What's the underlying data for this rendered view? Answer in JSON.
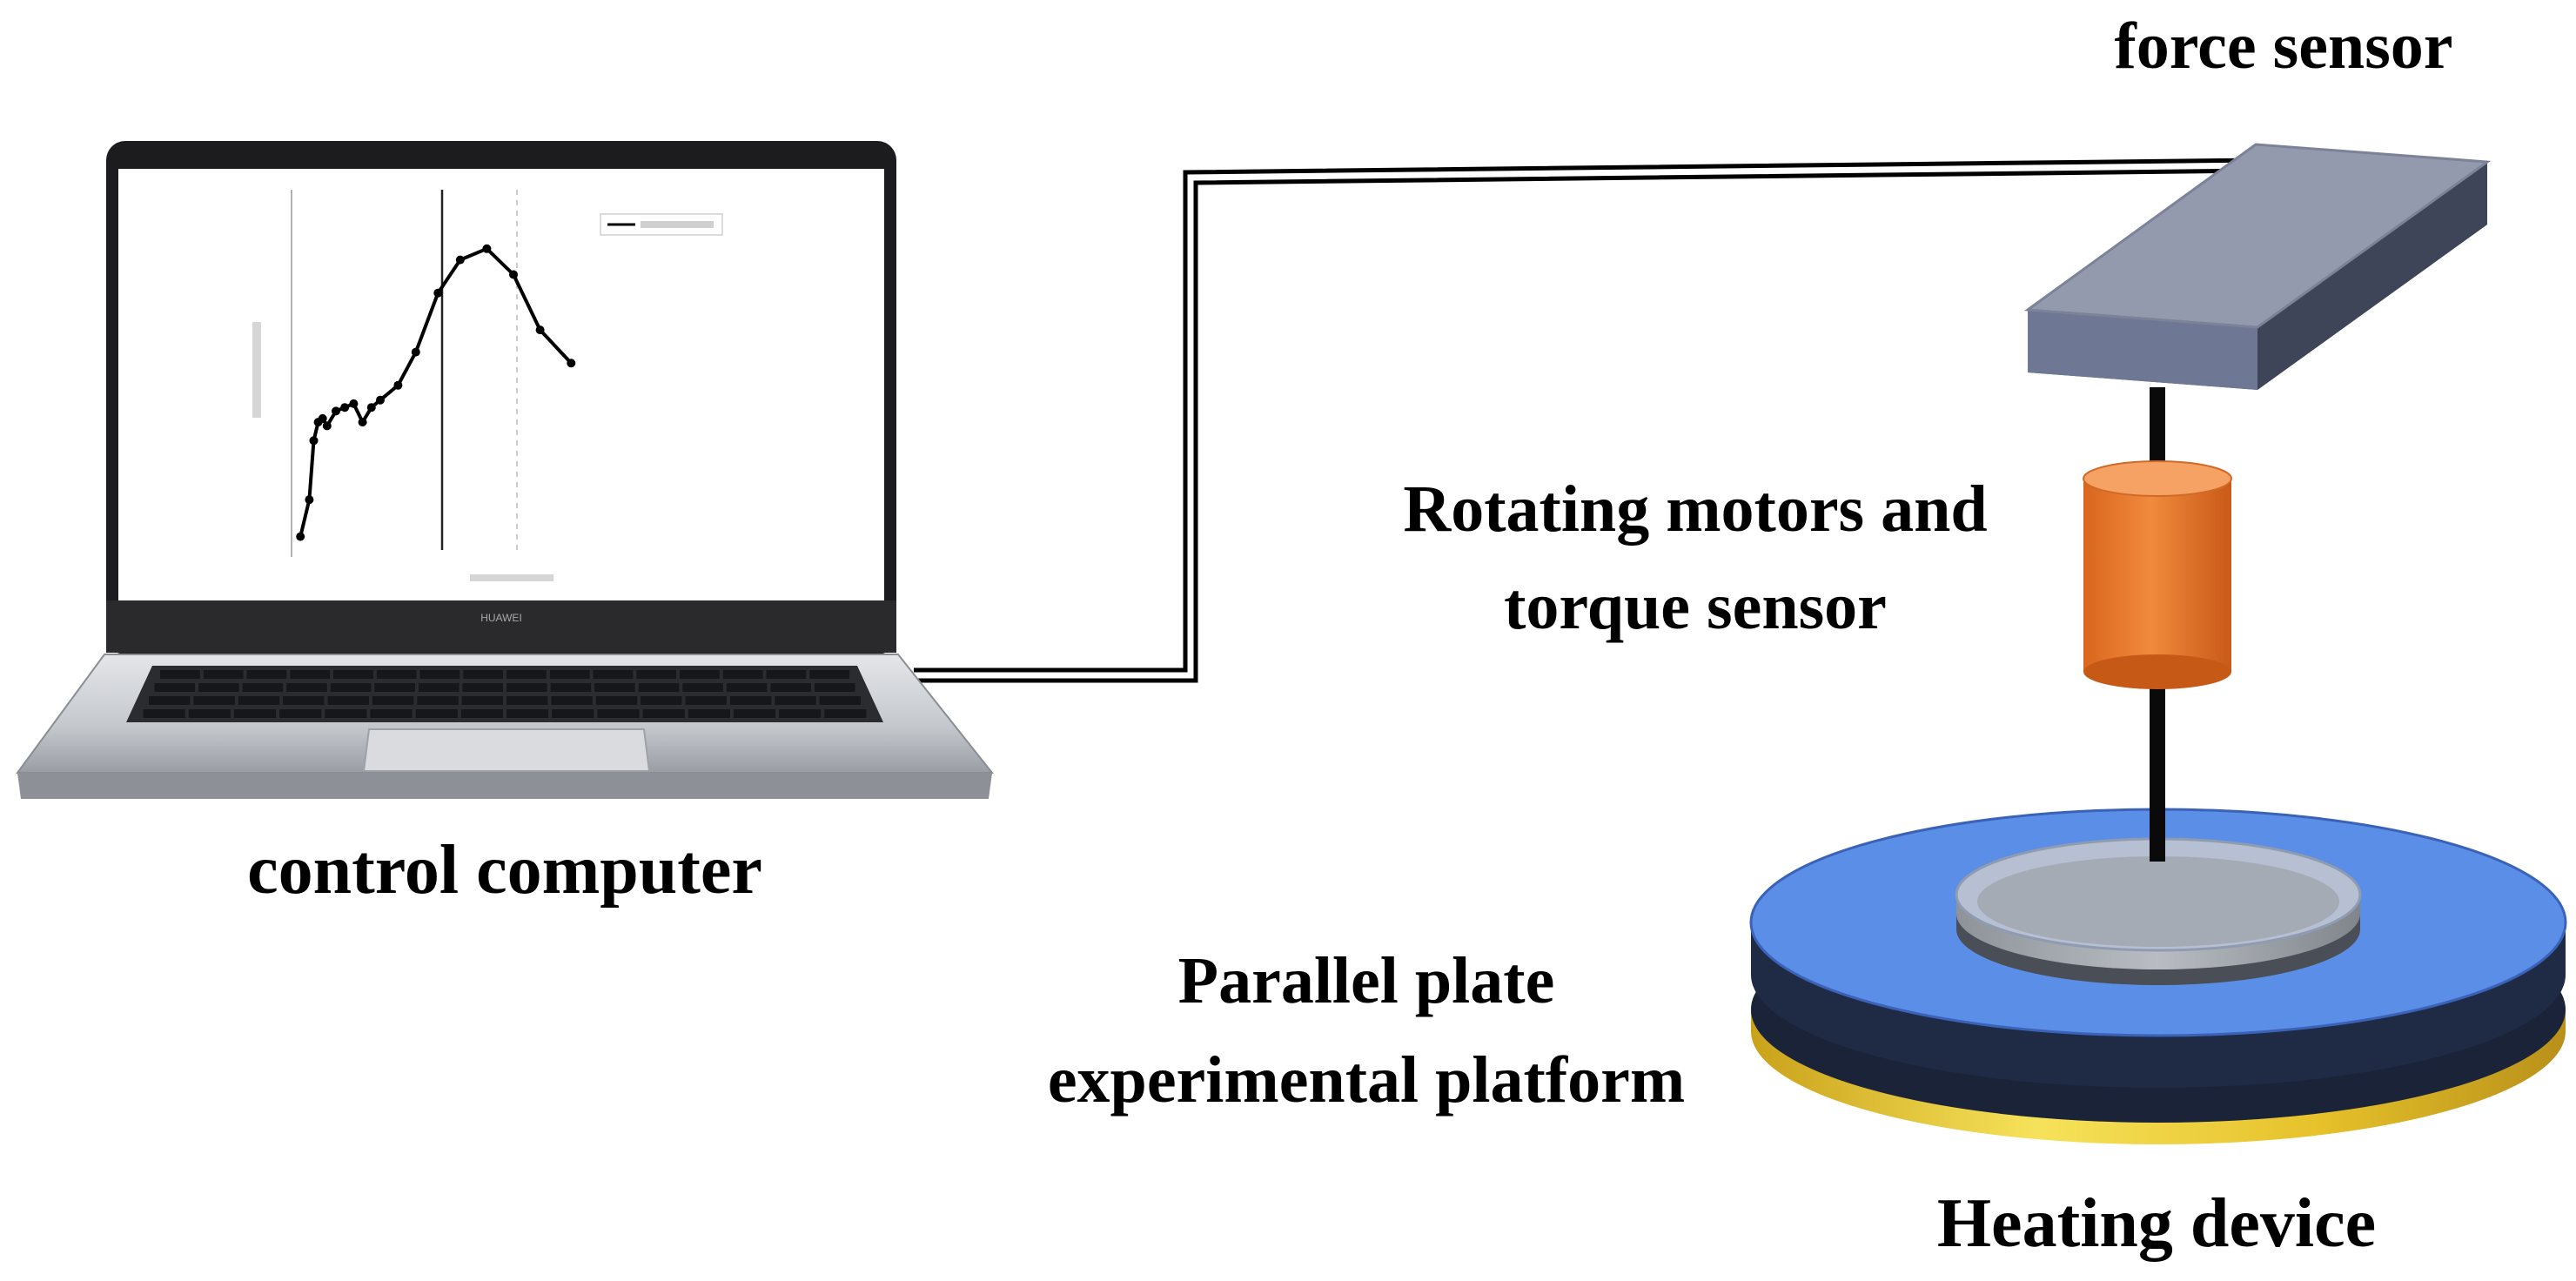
{
  "labels": {
    "control_computer": "control computer",
    "force_sensor": "force sensor",
    "rotating_line1": "Rotating motors and",
    "rotating_line2": "torque sensor",
    "parallel_line1": "Parallel plate",
    "parallel_line2": "experimental platform",
    "heating_device": "Heating device"
  },
  "laptop": {
    "brand": "HUAWEI"
  },
  "screen_chart": {
    "type": "line",
    "x": [
      0.02,
      0.04,
      0.05,
      0.06,
      0.07,
      0.08,
      0.1,
      0.12,
      0.14,
      0.16,
      0.18,
      0.2,
      0.24,
      0.28,
      0.33,
      0.38,
      0.44,
      0.5,
      0.56,
      0.63
    ],
    "y": [
      0.06,
      0.16,
      0.32,
      0.37,
      0.38,
      0.36,
      0.4,
      0.41,
      0.42,
      0.37,
      0.41,
      0.43,
      0.47,
      0.56,
      0.72,
      0.81,
      0.84,
      0.77,
      0.62,
      0.53
    ],
    "xlim": [
      0,
      1
    ],
    "ylim": [
      0,
      1
    ]
  },
  "colors": {
    "force_sensor_top": "#8f96aa",
    "force_sensor_side": "#5a6278",
    "motor": "#ed7d31",
    "platform_top": "#5b8ee6",
    "platform_side": "#1f2a44",
    "heater": "#e8c52a",
    "plate": "#a7abb2"
  }
}
